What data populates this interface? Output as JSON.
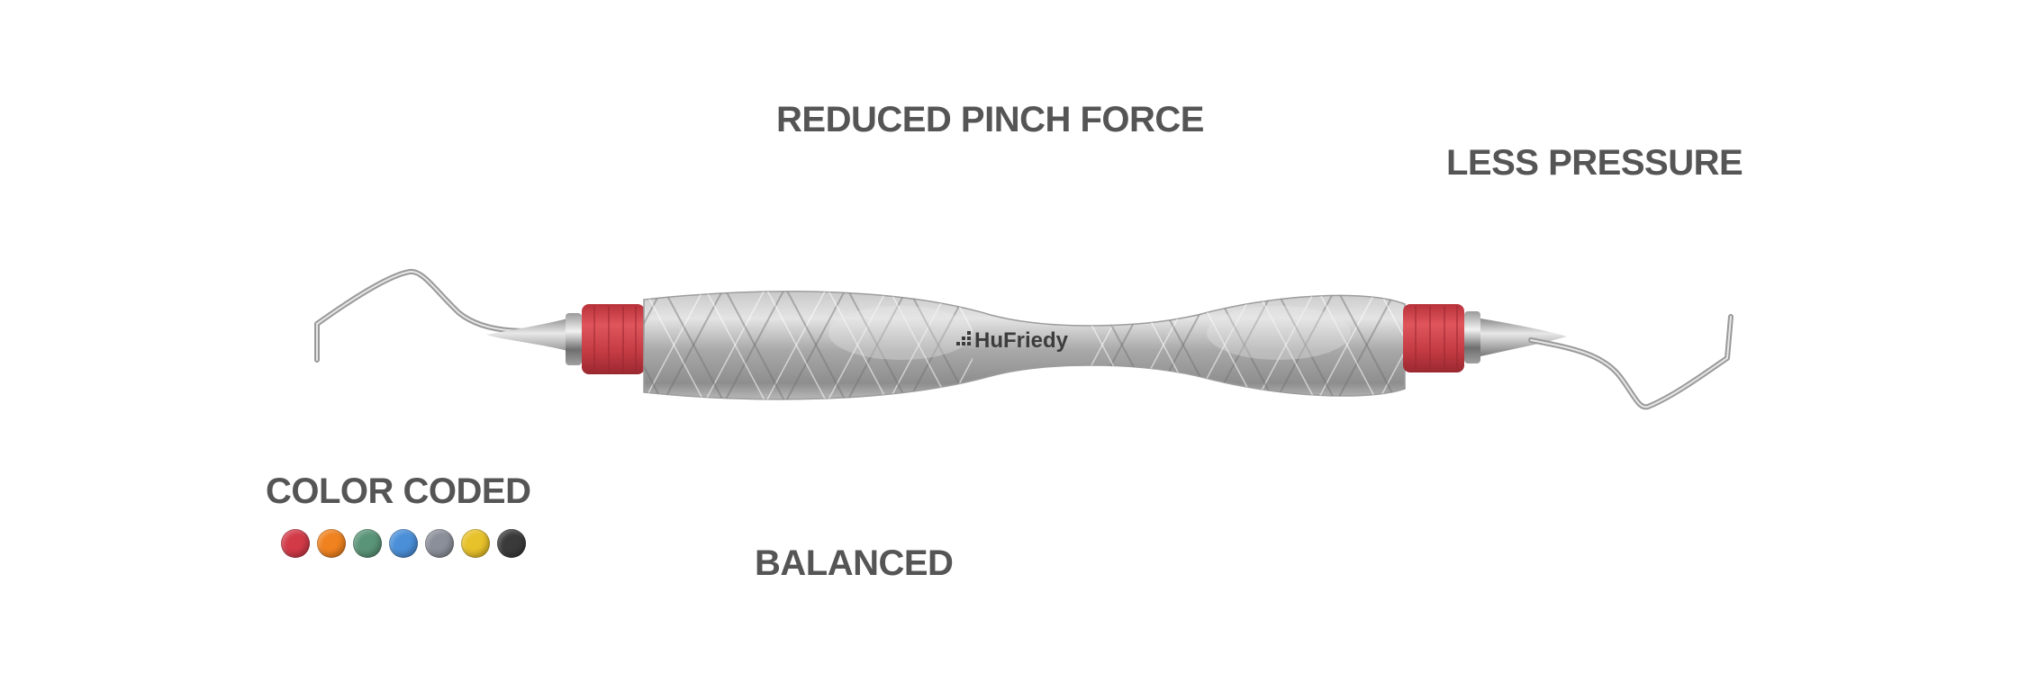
{
  "features": {
    "reduced_pinch_force": "REDUCED PINCH FORCE",
    "less_pressure": "LESS PRESSURE",
    "color_coded": "COLOR CODED",
    "balanced": "BALANCED"
  },
  "brand": {
    "logo_text": "HuFriedy"
  },
  "collar_color": "#d9444c",
  "color_swatches": [
    {
      "color": "#d23a48"
    },
    {
      "color": "#f0821f"
    },
    {
      "color": "#5a9478"
    },
    {
      "color": "#4a8fd8"
    },
    {
      "color": "#8b8f99"
    },
    {
      "color": "#e8c22a"
    },
    {
      "color": "#3a3a3a"
    }
  ]
}
